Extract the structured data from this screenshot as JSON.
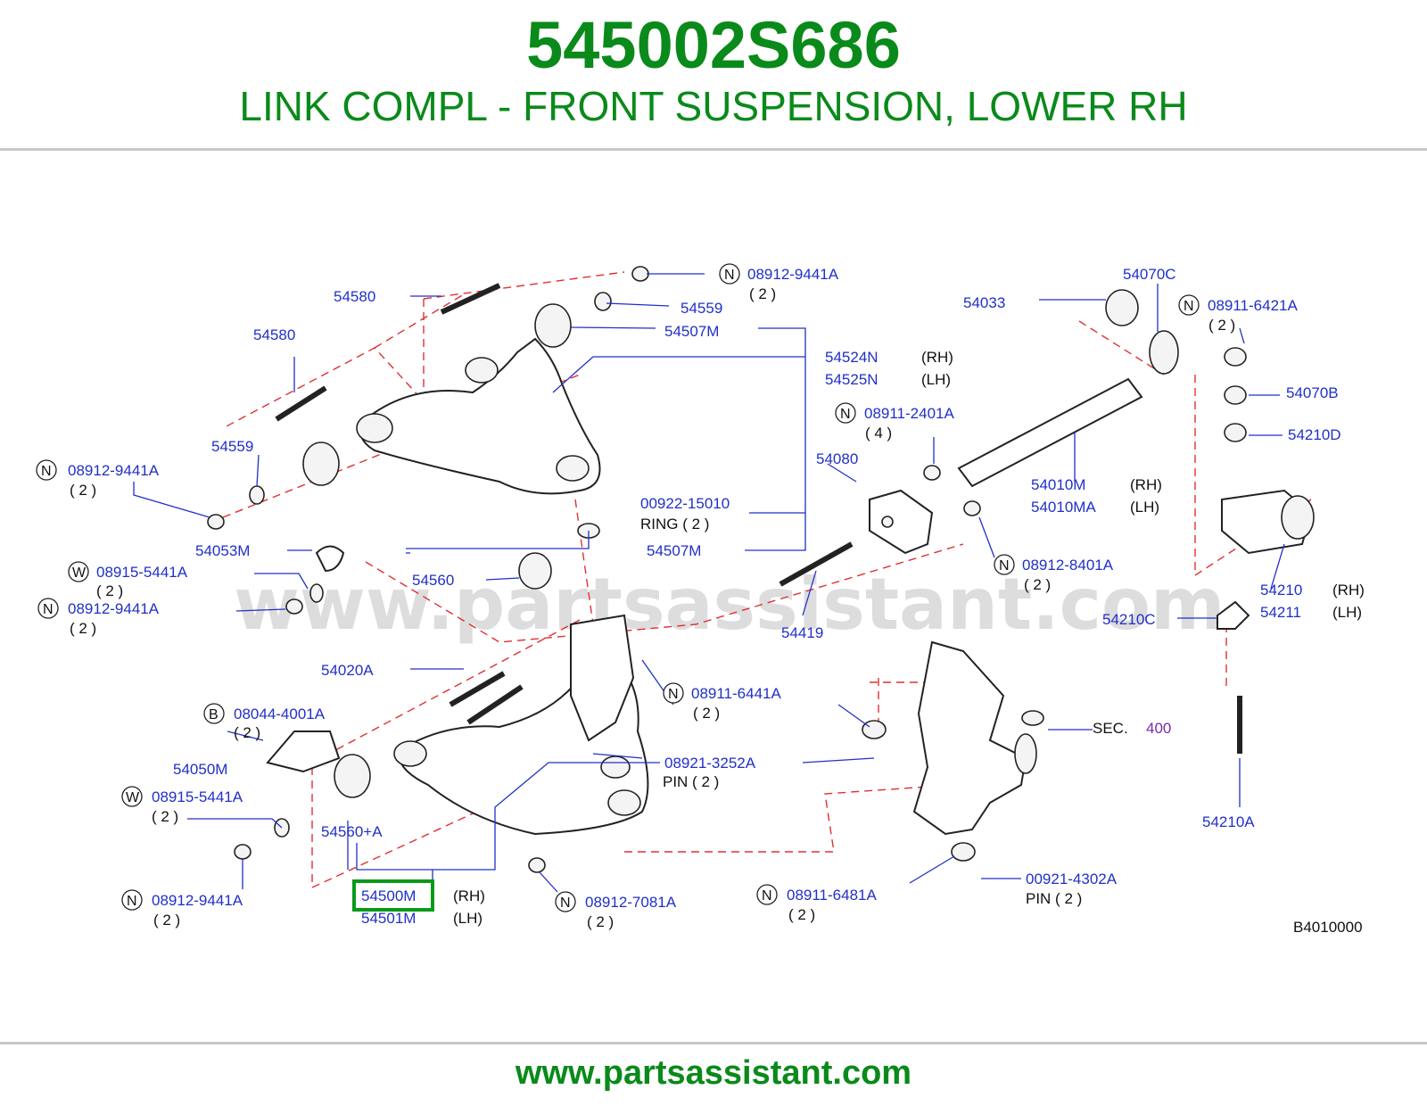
{
  "header": {
    "part_number": "545002S686",
    "title": "LINK COMPL - FRONT SUSPENSION, LOWER RH"
  },
  "watermark": "www.partsassistant.com",
  "footer": {
    "url": "www.partsassistant.com"
  },
  "diagram_code": "B4010000",
  "highlight_color": "#0a9a1a",
  "labels": {
    "l54580a": "54580",
    "l54580b": "54580",
    "n08912_9441A_top": "08912-9441A",
    "q2_top": "( 2 )",
    "l54559a": "54559",
    "l54507Ma": "54507M",
    "l54524N": "54524N",
    "rh1": "(RH)",
    "l54525N": "54525N",
    "lh1": "(LH)",
    "l54033": "54033",
    "l54070C": "54070C",
    "n08911_6421A": "08911-6421A",
    "q2_6421": "( 2 )",
    "l54070B": "54070B",
    "l54210D": "54210D",
    "n08911_2401A": "08911-2401A",
    "q4_2401": "( 4 )",
    "l54080": "54080",
    "l54010M": "54010M",
    "rh2": "(RH)",
    "l54010MA": "54010MA",
    "lh2": "(LH)",
    "l54559b": "54559",
    "n08912_9441A_l1": "08912-9441A",
    "q2_l1": "( 2 )",
    "l00922_15010": "00922-15010",
    "ring": "RING  ( 2 )",
    "l54053M": "54053M",
    "l54507Mb": "54507M",
    "w08915_5441A_a": "08915-5441A",
    "q2_w1": "( 2 )",
    "l54560": "54560",
    "n08912_9441A_l2": "08912-9441A",
    "q2_l2": "( 2 )",
    "n08912_8401A": "08912-8401A",
    "q2_8401": "( 2 )",
    "l54419": "54419",
    "l54210": "54210",
    "rh3": "(RH)",
    "l54211": "54211",
    "lh3": "(LH)",
    "l54210C": "54210C",
    "l54020A": "54020A",
    "n08911_6441A": "08911-6441A",
    "q2_6441": "( 2 )",
    "b08044_4001A": "08044-4001A",
    "q2_b": "( 2 )",
    "sec": "SEC.",
    "sec_num": "400",
    "l54050M": "54050M",
    "l08921_3252A": "08921-3252A",
    "pin1": "PIN   ( 2 )",
    "w08915_5441A_b": "08915-5441A",
    "q2_w2": "( 2 )",
    "l54560A": "54560+A",
    "l54210A": "54210A",
    "n08912_9441A_l3": "08912-9441A",
    "q2_l3": "( 2 )",
    "l54500M": "54500M",
    "rh4": "(RH)",
    "l54501M": "54501M",
    "lh4": "(LH)",
    "n08912_7081A": "08912-7081A",
    "q2_7081": "( 2 )",
    "n08911_6481A": "08911-6481A",
    "q2_6481": "( 2 )",
    "l00921_4302A": "00921-4302A",
    "pin2": "PIN  ( 2 )"
  },
  "badges": {
    "n": "N",
    "w": "W",
    "b": "B"
  }
}
